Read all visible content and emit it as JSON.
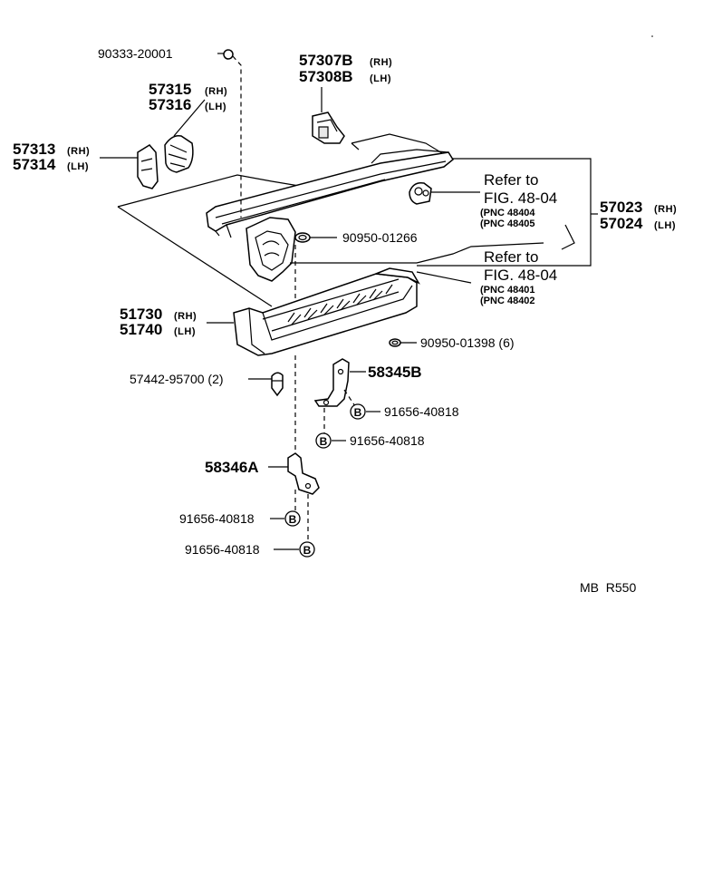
{
  "parts": {
    "p90333": "90333-20001",
    "p57307b": "57307B",
    "p57308b": "57308B",
    "p57315": "57315",
    "p57316": "57316",
    "p57313": "57313",
    "p57314": "57314",
    "p90950_01266": "90950-01266",
    "p57023": "57023",
    "p57024": "57024",
    "p51730": "51730",
    "p51740": "51740",
    "p90950_01398": "90950-01398 (6)",
    "p57442": "57442-95700 (2)",
    "p58345b": "58345B",
    "p91656_a": "91656-40818",
    "p91656_b": "91656-40818",
    "p58346a": "58346A",
    "p91656_c": "91656-40818",
    "p91656_d": "91656-40818"
  },
  "sides": {
    "rh": "(RH)",
    "lh": "(LH)"
  },
  "refs": {
    "refer_to": "Refer to",
    "fig": "FIG. 48-04",
    "pnc_48404": "PNC 48404",
    "pnc_48405": "PNC 48405",
    "pnc_48401": "PNC 48401",
    "pnc_48402": "PNC 48402"
  },
  "bolt_mark": "B",
  "footer": {
    "code": "MB  R550"
  }
}
